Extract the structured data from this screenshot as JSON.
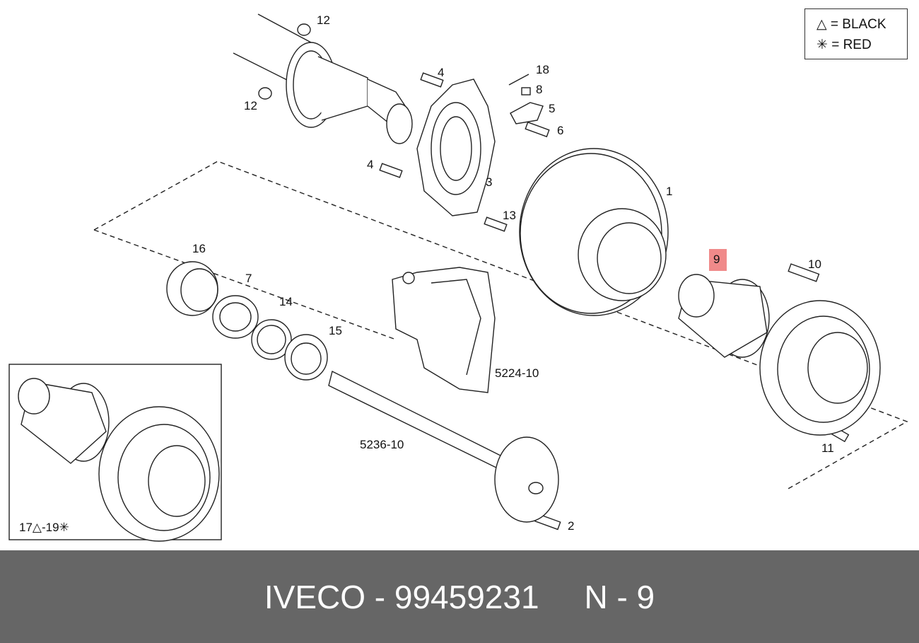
{
  "legend": {
    "black": "△ = BLACK",
    "red": "✳ = RED"
  },
  "inset": {
    "label": "17△-19✳"
  },
  "callouts": {
    "c12a": "12",
    "c12b": "12",
    "c4a": "4",
    "c4b": "4",
    "c18": "18",
    "c8": "8",
    "c5": "5",
    "c6": "6",
    "c3": "3",
    "c13": "13",
    "c1": "1",
    "c9": "9",
    "c10": "10",
    "c16": "16",
    "c7": "7",
    "c14": "14",
    "c15": "15",
    "c5224": "5224-10",
    "c5236": "5236-10",
    "c11": "11",
    "c2": "2"
  },
  "highlight_color": "#f08a8a",
  "footer": {
    "text": "IVECO - 99459231     N - 9"
  }
}
